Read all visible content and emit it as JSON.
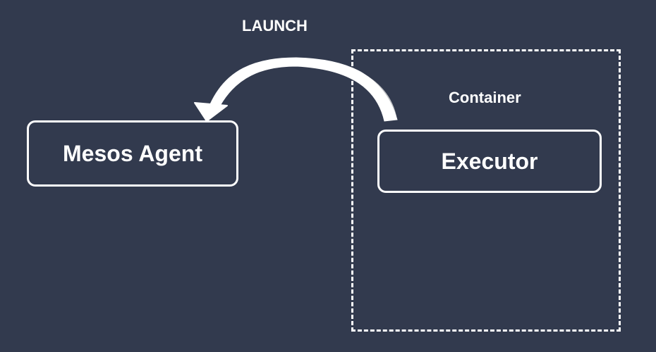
{
  "diagram": {
    "launch_label": "LAUNCH",
    "container_label": "Container",
    "agent_label": "Mesos Agent",
    "executor_label": "Executor"
  },
  "colors": {
    "background": "#323a4e",
    "line": "#ffffff",
    "arrow_shade": "#bfc1c4"
  }
}
